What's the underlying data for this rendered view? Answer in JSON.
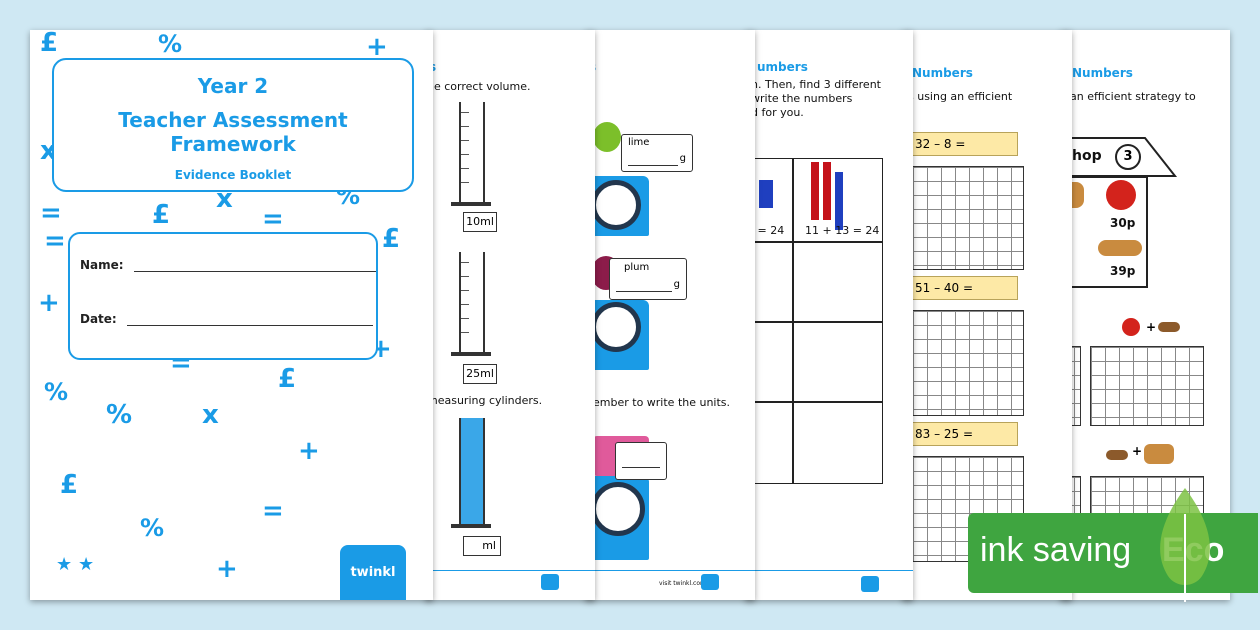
{
  "cover": {
    "year": "Year 2",
    "title": "Teacher Assessment Framework",
    "subtitle": "Evidence Booklet",
    "name_label": "Name:",
    "date_label": "Date:",
    "logo": "twinkl",
    "symbols": [
      "£",
      "%",
      "+",
      "x",
      "=",
      "%",
      "£",
      "=",
      "x",
      "%",
      "=",
      "£",
      "+",
      "%",
      "+",
      "=",
      "£",
      "%",
      "x",
      "+",
      "£",
      "=",
      "%",
      "+"
    ]
  },
  "page2": {
    "instruction_1": "ne correct volume.",
    "instruction_2": "measuring cylinders.",
    "vol_1": "10ml",
    "vol_2": "25ml",
    "vol_3": "ml"
  },
  "page3": {
    "label_1": "lime",
    "unit_1": "g",
    "label_2": "plum",
    "unit_2": "g",
    "instruction": "ember to write the units.",
    "footer": "visit twinkl.com"
  },
  "page4": {
    "heading": "umbers",
    "line_1": "n. Then, find 3 different",
    "line_2": "write the numbers",
    "line_3": "d for you.",
    "eq_1": "2 = 24",
    "eq_2": "11 + 13 = 24"
  },
  "page5": {
    "heading": "Numbers",
    "line_1": "s using an efficient",
    "sum_1": "32 – 8 =",
    "sum_2": "51 – 40 =",
    "sum_3": "83 – 25 ="
  },
  "page6": {
    "heading": "Numbers",
    "line_1": "an efficient strategy to",
    "shop": "hop",
    "shop_num": "3",
    "price_1": "30p",
    "price_2": "39p"
  },
  "badge": {
    "text": "ink saving",
    "eco": "Eco"
  },
  "colors": {
    "accent": "#1a9be6",
    "background": "#cfe8f3",
    "eco_green": "#3fa540",
    "sum_fill": "#fde9a6"
  }
}
